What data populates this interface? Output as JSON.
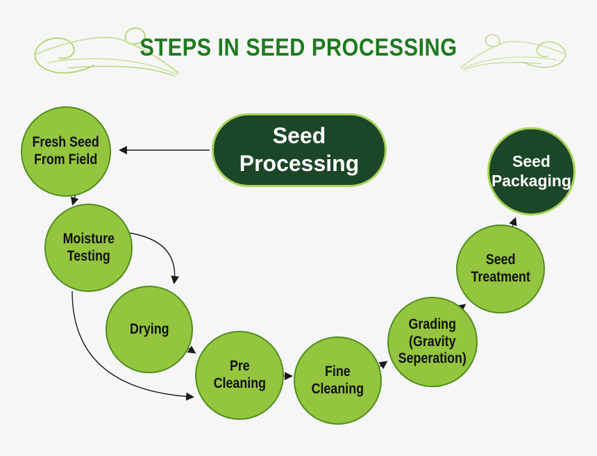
{
  "title": "STEPS IN SEED PROCESSING",
  "hub": {
    "lines": [
      "Seed",
      "Processing"
    ]
  },
  "steps": [
    {
      "name": "fresh-seed-from-field",
      "lines": [
        "Fresh Seed",
        "From Field"
      ]
    },
    {
      "name": "moisture-testing",
      "lines": [
        "Moisture",
        "Testing"
      ]
    },
    {
      "name": "drying",
      "lines": [
        "Drying"
      ]
    },
    {
      "name": "pre-cleaning",
      "lines": [
        "Pre",
        "Cleaning"
      ]
    },
    {
      "name": "fine-cleaning",
      "lines": [
        "Fine",
        "Cleaning"
      ]
    },
    {
      "name": "grading-gravity-separation",
      "lines": [
        "Grading",
        "(Gravity",
        "Seperation)"
      ]
    },
    {
      "name": "seed-treatment",
      "lines": [
        "Seed",
        "Treatment"
      ]
    },
    {
      "name": "seed-packaging",
      "lines": [
        "Seed",
        "Packaging"
      ]
    }
  ],
  "edges": [
    {
      "from": "Seed Processing",
      "to": "Fresh Seed From Field"
    },
    {
      "from": "Fresh Seed From Field",
      "to": "Moisture Testing"
    },
    {
      "from": "Moisture Testing",
      "to": "Drying"
    },
    {
      "from": "Moisture Testing",
      "to": "Pre Cleaning"
    },
    {
      "from": "Drying",
      "to": "Pre Cleaning"
    },
    {
      "from": "Pre Cleaning",
      "to": "Fine Cleaning"
    },
    {
      "from": "Fine Cleaning",
      "to": "Grading (Gravity Seperation)"
    },
    {
      "from": "Grading (Gravity Seperation)",
      "to": "Seed Treatment"
    },
    {
      "from": "Seed Treatment",
      "to": "Seed Packaging"
    }
  ],
  "colors": {
    "background": "#f6f6f6",
    "title": "#1e7a1f",
    "circle_fill": "#94c53e",
    "circle_border": "#4e8e1d",
    "dark_fill": "#1b4627",
    "dark_border": "#a8d259",
    "arrow": "#1a1a1a",
    "flourish": "#c6e09a",
    "flourish_dark": "#b2d676",
    "text_dark": "#101010",
    "text_light": "#ffffff"
  }
}
